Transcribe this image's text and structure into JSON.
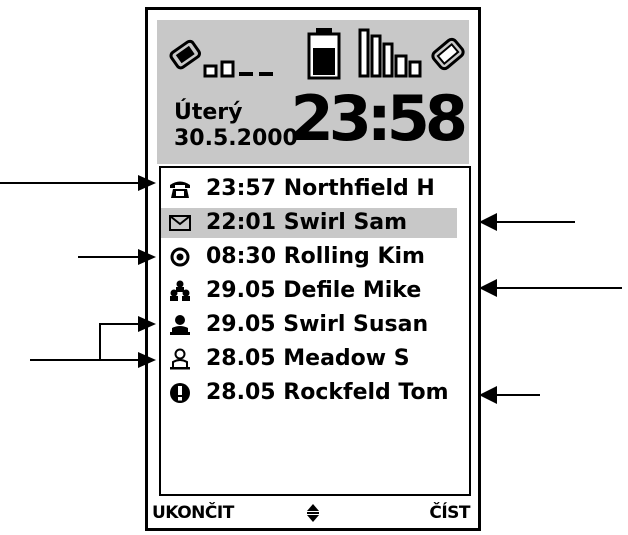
{
  "status": {
    "day": "Úterý",
    "date": "30.5.2000",
    "time": "23:58"
  },
  "calls": [
    {
      "icon": "phone-icon",
      "time": "23:57",
      "name": "Northfield H"
    },
    {
      "icon": "envelope-icon",
      "time": "22:01",
      "name": "Swirl Sam",
      "selected": true
    },
    {
      "icon": "target-icon",
      "time": "08:30",
      "name": "Rolling Kim"
    },
    {
      "icon": "group-icon",
      "time": "29.05",
      "name": "Defile Mike"
    },
    {
      "icon": "person-filled-icon",
      "time": "29.05",
      "name": "Swirl Susan"
    },
    {
      "icon": "person-outline-icon",
      "time": "28.05",
      "name": "Meadow S"
    },
    {
      "icon": "exclamation-icon",
      "time": "28.05",
      "name": "Rockfeld Tom"
    }
  ],
  "softkeys": {
    "left": "UKONČIT",
    "right": "ČÍST"
  }
}
